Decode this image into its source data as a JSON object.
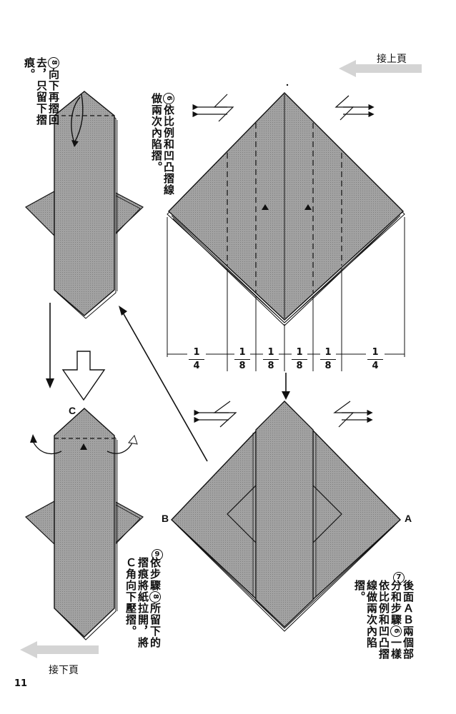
{
  "header": {
    "continue_from": "接上頁"
  },
  "footer": {
    "continue_next": "接下頁",
    "page_number": "11"
  },
  "steps": {
    "s6": {
      "num": "6",
      "text": "依比例和凹凸摺線做兩次內陷摺。"
    },
    "s7": {
      "num": "7",
      "text_a": "後面ＡＢ兩個部分和步驟",
      "num_ref": "6",
      "text_b": "一樣依比例和凹凸摺線做兩次內陷摺。"
    },
    "s8": {
      "num": "8",
      "text": "向下再摺回去，只留下摺痕。"
    },
    "s9": {
      "num": "9",
      "text_a": "依步驟",
      "num_ref": "8",
      "text_b": "所留下的摺痕將紙拉開，將Ｃ角向下壓摺。"
    }
  },
  "fractions": [
    {
      "num": "1",
      "den": "4"
    },
    {
      "num": "1",
      "den": "8"
    },
    {
      "num": "1",
      "den": "8"
    },
    {
      "num": "1",
      "den": "8"
    },
    {
      "num": "1",
      "den": "8"
    },
    {
      "num": "1",
      "den": "4"
    }
  ],
  "corners": {
    "a": "A",
    "b": "B",
    "c": "C"
  },
  "colors": {
    "paper": "#9a9a9a",
    "line": "#111111",
    "nav_arrow": "#d0d0d0"
  }
}
